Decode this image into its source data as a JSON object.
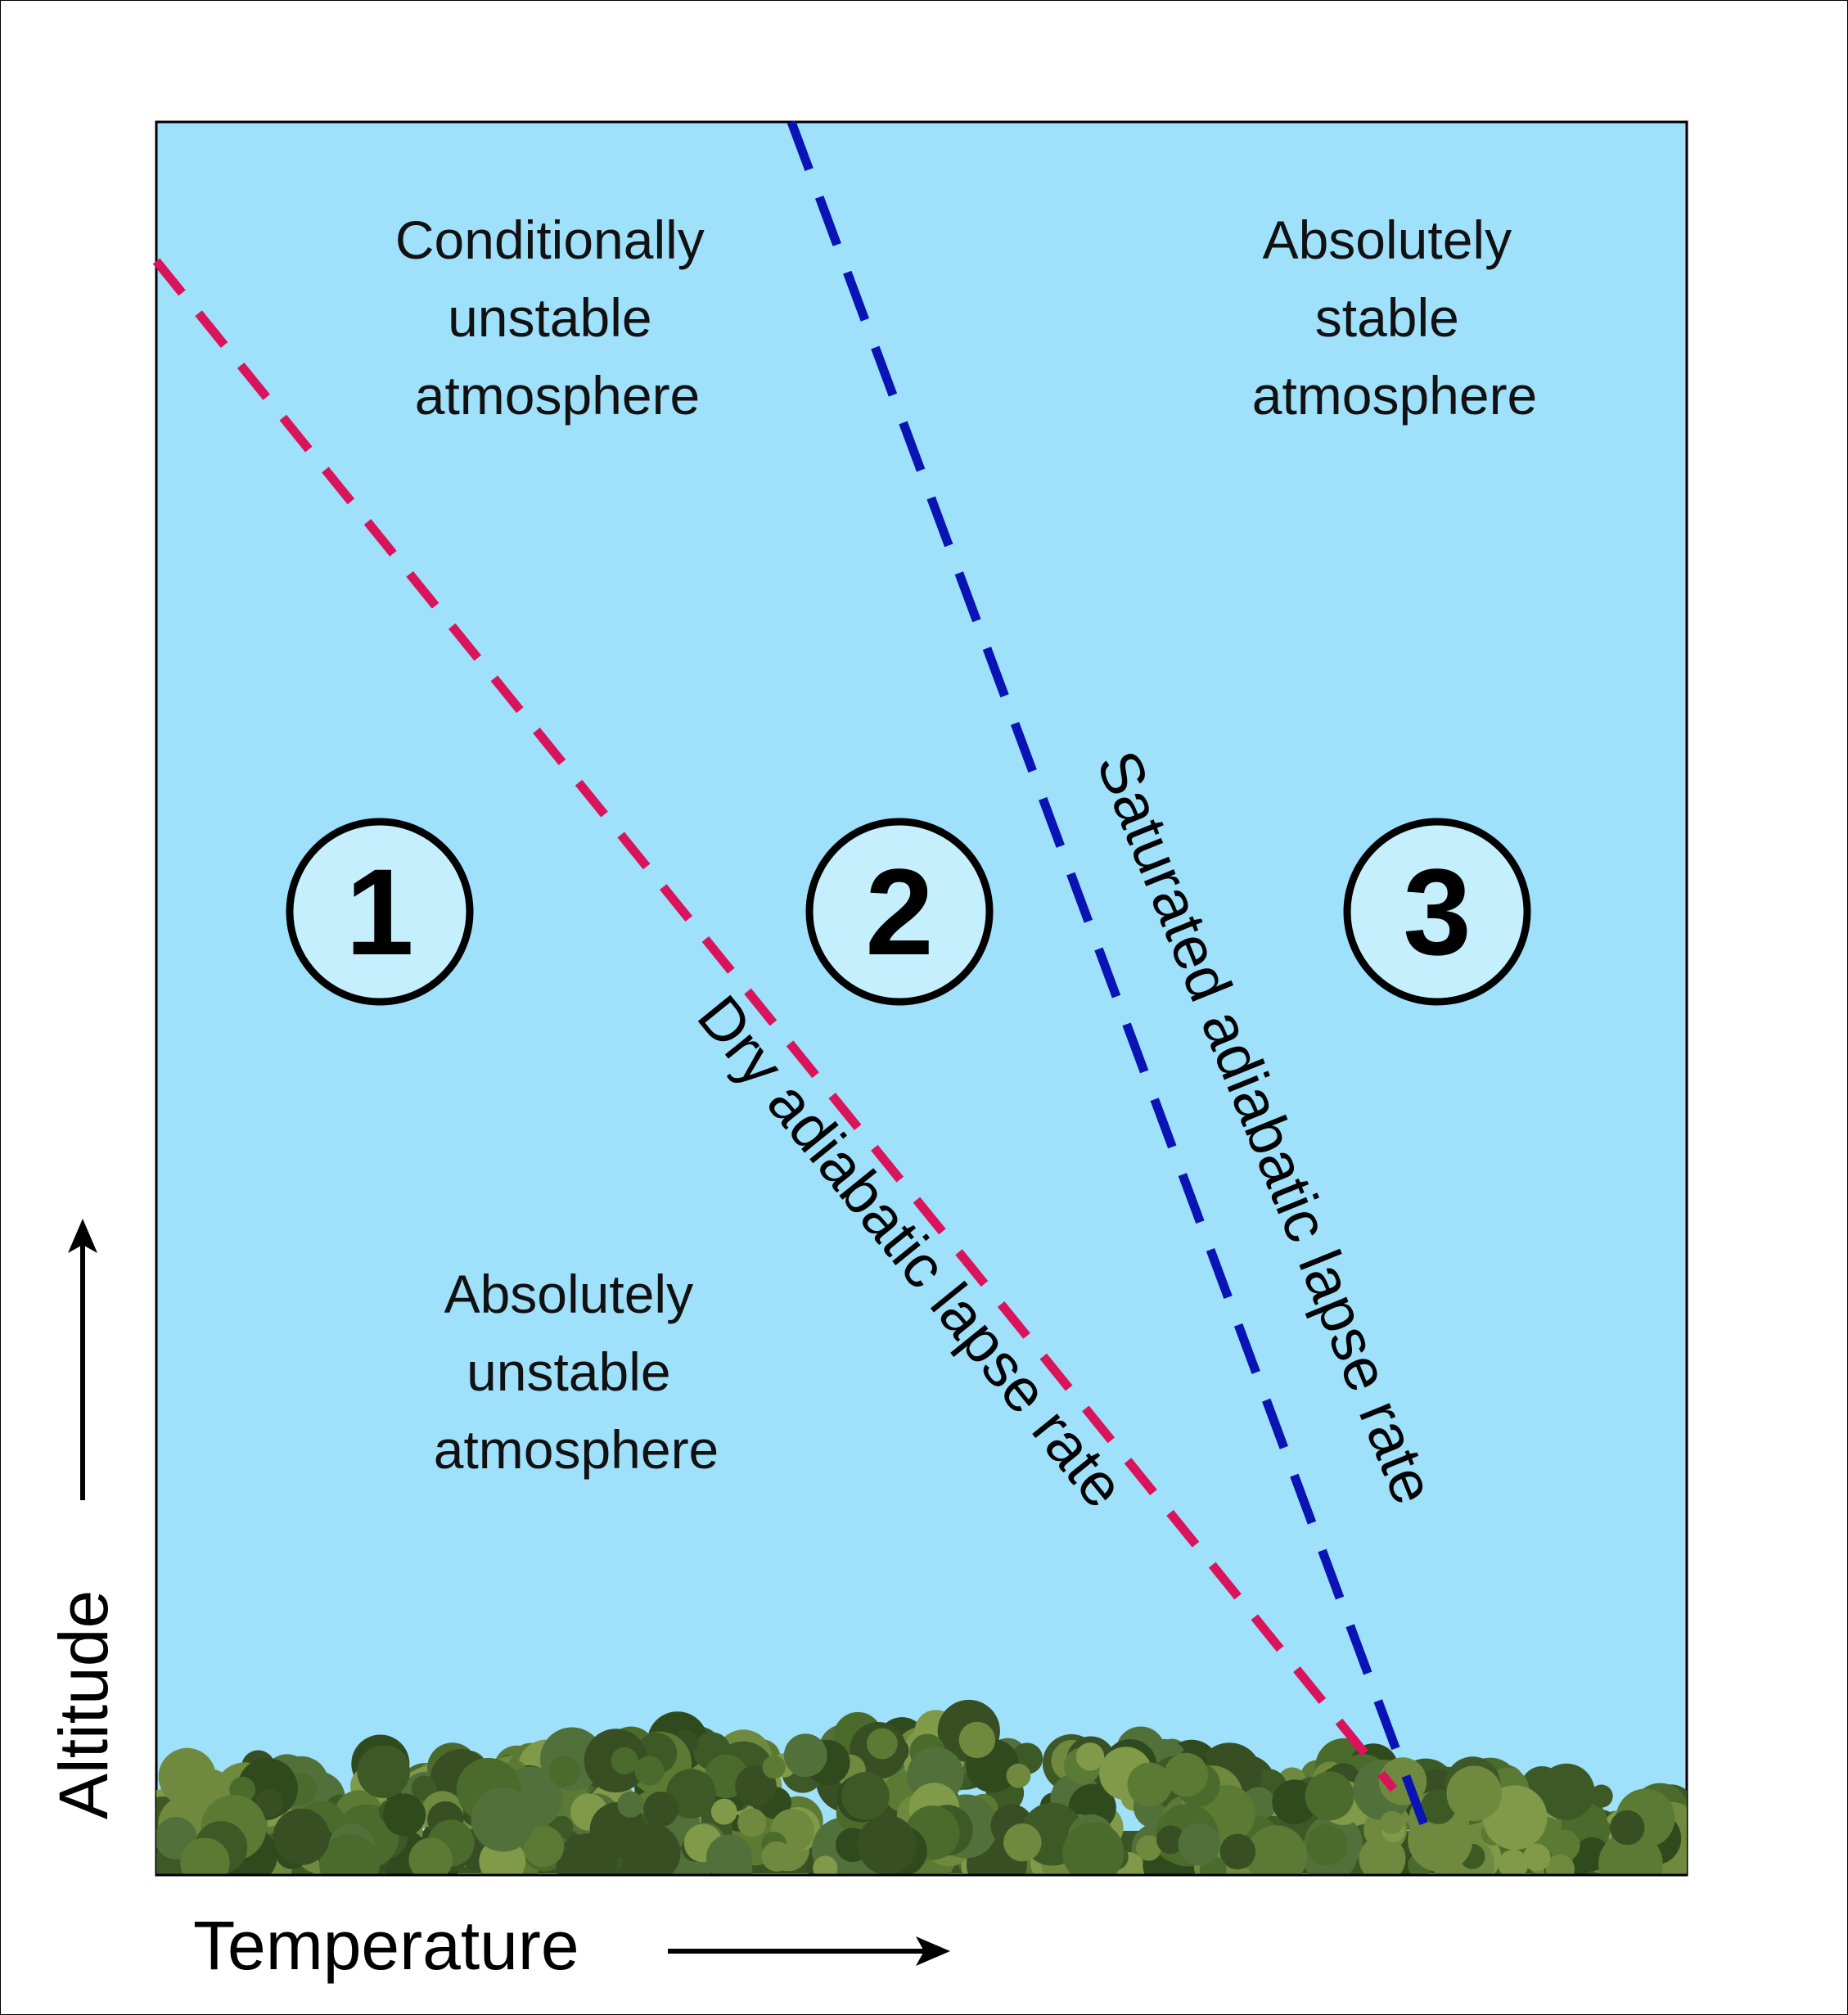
{
  "colors": {
    "sky": "#9fe0fb",
    "circle_fill": "#c5effd",
    "dry_line": "#d9145a",
    "saturated_line": "#0a14b4",
    "frame": "#000000"
  },
  "regions": {
    "conditionally_unstable": [
      "Conditionally",
      "unstable",
      "atmosphere"
    ],
    "absolutely_stable": [
      "Absolutely",
      "stable",
      "atmosphere"
    ],
    "absolutely_unstable": [
      "Absolutely",
      "unstable",
      "atmosphere"
    ]
  },
  "circles": {
    "one": "1",
    "two": "2",
    "three": "3"
  },
  "lines": {
    "dry": "Dry adiabatic lapse rate",
    "saturated": "Saturated adiabatic lapse rate"
  },
  "axes": {
    "x": "Temperature",
    "y": "Altitude"
  },
  "icons": [
    "arrow-up-icon",
    "arrow-right-icon",
    "tree-line-icon"
  ]
}
